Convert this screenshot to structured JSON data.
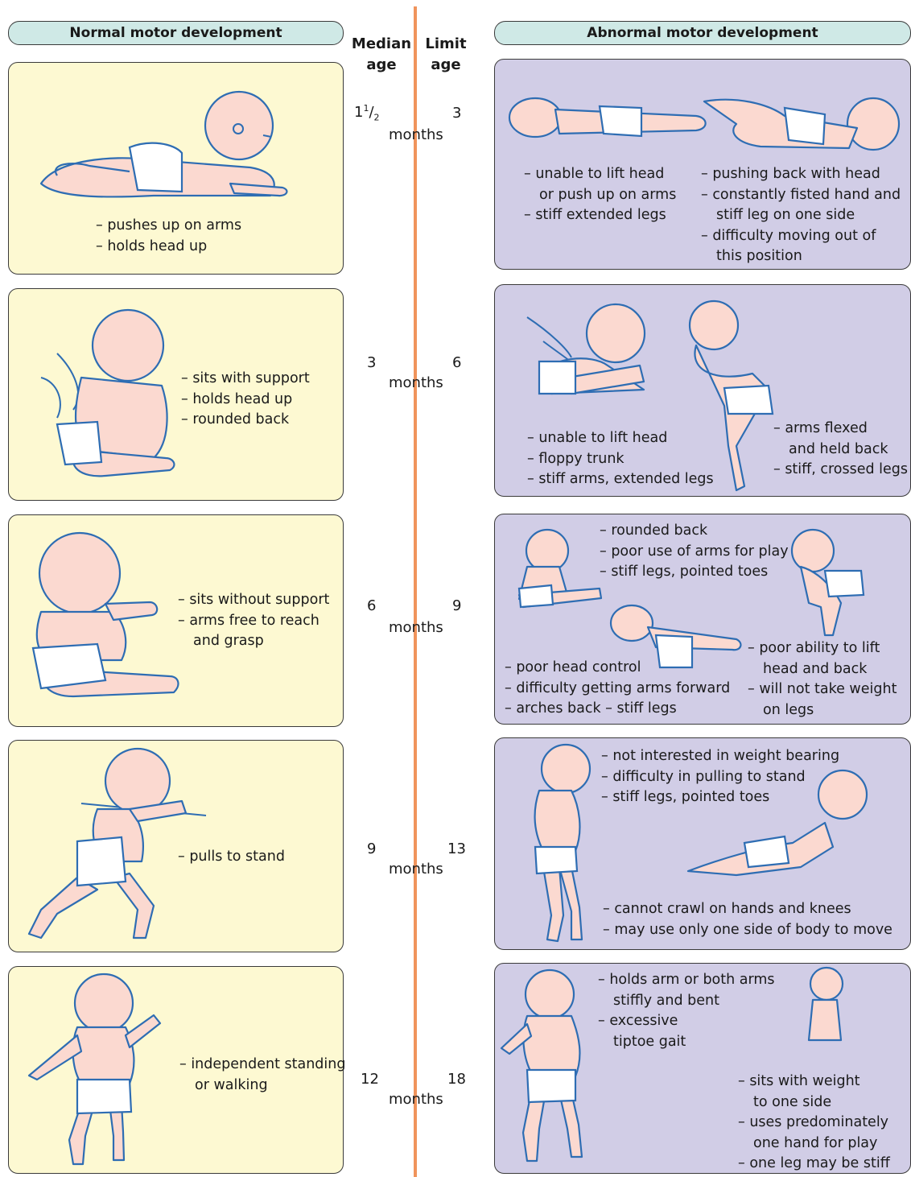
{
  "headers": {
    "normal": "Normal motor development",
    "abnormal": "Abnormal motor development",
    "median_line1": "Median",
    "median_line2": "age",
    "limit_line1": "Limit",
    "limit_line2": "age"
  },
  "rows": [
    {
      "median_whole": "1",
      "median_num": "1",
      "median_den": "2",
      "limit": "3",
      "unit": "months",
      "normal_lines": [
        "– pushes up on arms",
        "– holds head up"
      ],
      "abnormal_left": [
        "– unable to lift head",
        "or push up on arms",
        "– stiff extended legs"
      ],
      "abnormal_right": [
        "– pushing back with head",
        "– constantly fisted hand and",
        "stiff leg on one side",
        "– difficulty moving out of",
        "this position"
      ]
    },
    {
      "median": "3",
      "limit": "6",
      "unit": "months",
      "normal_lines": [
        "– sits with support",
        "– holds head up",
        "– rounded back"
      ],
      "abnormal_left": [
        "– unable to lift head",
        "– floppy trunk",
        "– stiff arms, extended legs"
      ],
      "abnormal_right": [
        "– arms flexed",
        "and held back",
        "– stiff, crossed legs"
      ]
    },
    {
      "median": "6",
      "limit": "9",
      "unit": "months",
      "normal_lines": [
        "– sits without support",
        "– arms free to reach",
        "and grasp"
      ],
      "abnormal_top": [
        "– rounded back",
        "– poor use of arms for play",
        "– stiff legs, pointed toes"
      ],
      "abnormal_left": [
        "– poor head control",
        "– difficulty getting arms forward",
        "– arches back – stiff legs"
      ],
      "abnormal_right": [
        "– poor ability to lift",
        "head and back",
        "– will not take weight",
        "on legs"
      ]
    },
    {
      "median": "9",
      "limit": "13",
      "unit": "months",
      "normal_lines": [
        "– pulls to stand"
      ],
      "abnormal_top": [
        "– not interested in weight bearing",
        "– difficulty in pulling to stand",
        "– stiff legs, pointed toes"
      ],
      "abnormal_bottom": [
        "– cannot crawl on hands and knees",
        "– may use only one side of body to move"
      ]
    },
    {
      "median": "12",
      "limit": "18",
      "unit": "months",
      "normal_lines": [
        "– independent standing",
        "or walking"
      ],
      "abnormal_top": [
        "– holds arm or both arms",
        "stiffly and bent",
        "– excessive",
        "tiptoe gait"
      ],
      "abnormal_right": [
        "– sits with weight",
        "to one side",
        "– uses predominately",
        "one hand for play",
        "– one leg may be stiff"
      ]
    }
  ],
  "colors": {
    "normal_panel": "#fdf9d2",
    "abnormal_panel": "#d1cde6",
    "header_pill": "#cfe9e6",
    "timeline": "#f0945c",
    "outline": "#2e6db3",
    "skin": "#fbd9d0"
  }
}
